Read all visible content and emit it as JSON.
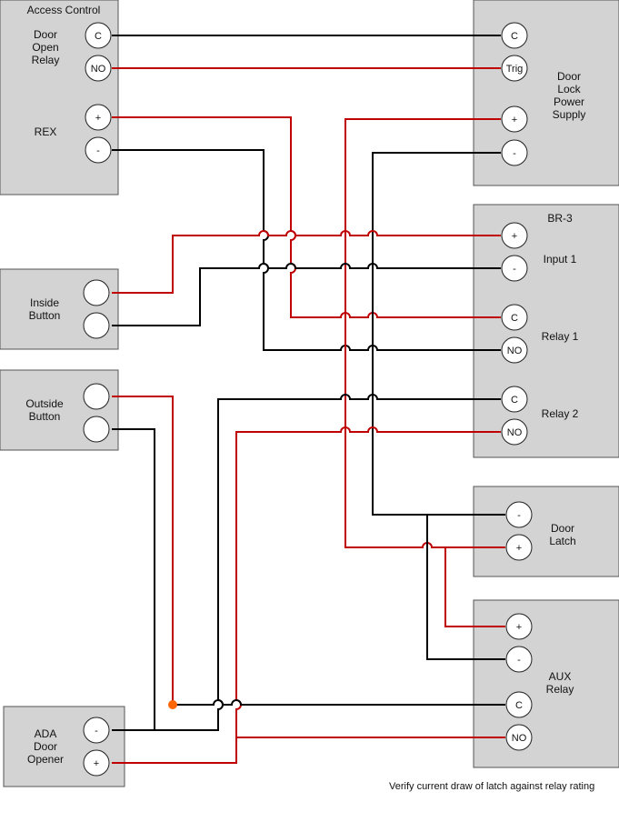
{
  "access_control": {
    "title": "Access Control",
    "relay_label": [
      "Door",
      "Open",
      "Relay"
    ],
    "rex_label": "REX",
    "t_c": "C",
    "t_no": "NO",
    "t_plus": "+",
    "t_minus": "-"
  },
  "power_supply": {
    "label": [
      "Door",
      "Lock",
      "Power",
      "Supply"
    ],
    "t_c": "C",
    "t_trig": "Trig",
    "t_plus": "+",
    "t_minus": "-"
  },
  "inside_button": {
    "label": [
      "Inside",
      "Button"
    ]
  },
  "outside_button": {
    "label": [
      "Outside",
      "Button"
    ]
  },
  "br3": {
    "title": "BR-3",
    "input1": "Input 1",
    "relay1": "Relay 1",
    "relay2": "Relay 2",
    "t_plus": "+",
    "t_minus": "-",
    "t_c1": "C",
    "t_no1": "NO",
    "t_c2": "C",
    "t_no2": "NO"
  },
  "door_latch": {
    "label": [
      "Door",
      "Latch"
    ],
    "t_minus": "-",
    "t_plus": "+"
  },
  "aux_relay": {
    "label": [
      "AUX",
      "Relay"
    ],
    "t_plus": "+",
    "t_minus": "-",
    "t_c": "C",
    "t_no": "NO"
  },
  "ada_opener": {
    "label": [
      "ADA",
      "Door",
      "Opener"
    ],
    "t_minus": "-",
    "t_plus": "+"
  },
  "note": "Verify current draw of latch against relay rating",
  "colors": {
    "wire_black": "#000000",
    "wire_red": "#c00000",
    "junction": "#ff6600",
    "box_fill": "#d3d3d3"
  }
}
